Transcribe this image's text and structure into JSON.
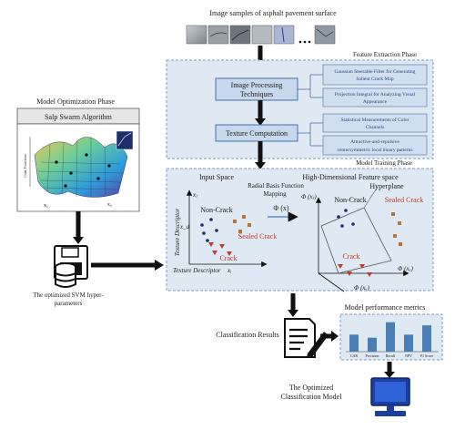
{
  "top_title": "Image samples of asphalt pavement surface",
  "feature_extraction_title": "Feature Extraction Phase",
  "image_processing": {
    "title": "Image Processing Techniques",
    "title_line1": "Image Processing",
    "title_line2": "Techniques",
    "sub1_line1": "Gaussian Steerable Filter for Generating",
    "sub1_line2": "Salient Crack Map",
    "sub2_line1": "Projection Integral for Analyzing Visual",
    "sub2_line2": "Appearance"
  },
  "texture": {
    "title": "Texture Computation",
    "sub1_line1": "Statistical Measurements of Color",
    "sub1_line2": "Channels",
    "sub2_line1": "Attractive-and-repulsive",
    "sub2_line2": "centersymmetric local binary patterns"
  },
  "model_optimization": {
    "phase_title": "Model Optimization Phase",
    "algorithm_title": "Salp Swarm Algorithm",
    "zlabel": "Cost Function",
    "x1": "x₁",
    "x2": "x₂"
  },
  "svm_params": {
    "line1": "The optimized SVM hyper-",
    "line2": "parameters"
  },
  "model_training": {
    "phase_title": "Model Training Phase",
    "input_space": "Input Space",
    "rbf_line1": "Radial Basis Function",
    "rbf_line2": "Mapping",
    "phi_map": "Φ (x)",
    "feature_space": "High-Dimensional Feature space",
    "hyperplane": "Hyperplane",
    "texture_desc_y": "Texture Descriptor",
    "texture_desc_x": "Texture Descriptor",
    "xi": "xᵢ",
    "xj": "xⱼ",
    "xd": "x_d",
    "non_crack": "Non-Crack",
    "sealed_crack": "Sealed Crack",
    "crack": "Crack",
    "non_crack_2": "Non-Crack",
    "sealed_crack_2": "Sealed Crack",
    "crack_2": "Crack",
    "phi_xj": "Φ (xⱼ)",
    "phi_xu": "Φ (xᵤ)",
    "phi_xv": "Φ (xᵥ)"
  },
  "classification_results": "Classification Results",
  "performance": {
    "title": "Model performance metrics",
    "bars": [
      {
        "label": "CAR",
        "value": 0.55
      },
      {
        "label": "Precision",
        "value": 0.45
      },
      {
        "label": "Recall",
        "value": 0.95
      },
      {
        "label": "NPV",
        "value": 0.55
      },
      {
        "label": "F1 Score",
        "value": 0.85
      }
    ],
    "bar_color": "#4a7fb5"
  },
  "final_model": {
    "line1": "The Optimized",
    "line2": "Classification Model"
  },
  "colors": {
    "panel_fill": "#dfe9f4",
    "panel_stroke": "#7a9cc4",
    "box_fill": "#c7d8ec",
    "sub_fill": "#cfdff0",
    "arrow": "#111111",
    "non_crack": "#1f2a6b",
    "sealed_crack": "#b8733a",
    "crack": "#c0392b"
  }
}
